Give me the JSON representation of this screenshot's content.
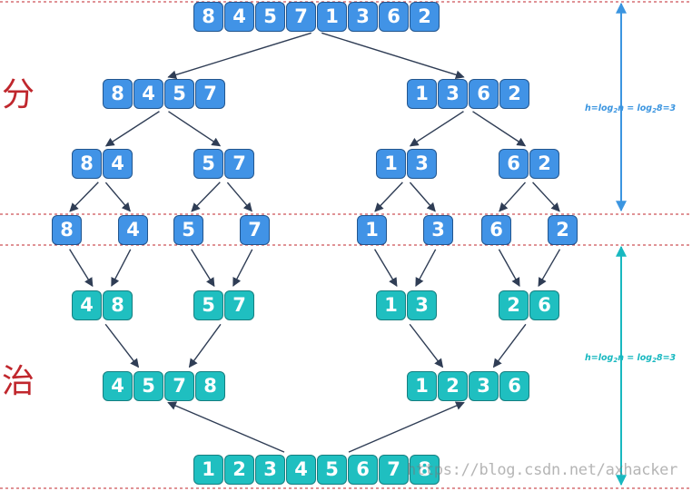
{
  "labels": {
    "divide": "分",
    "conquer": "治"
  },
  "height_note": {
    "divide": {
      "pre": "h=log",
      "sub1": "2",
      "mid": "n = log",
      "sub2": "2",
      "post": "8=3"
    },
    "conquer": {
      "pre": "h=log",
      "sub1": "2",
      "mid": "n = log",
      "sub2": "2",
      "post": "8=3"
    }
  },
  "watermark": "https://blog.csdn.net/axhacker",
  "colors": {
    "divide_fill": "#4193e6",
    "merge_fill": "#1fbfc0",
    "dashed_line": "#c0272d",
    "arrow": "#2f3d55",
    "label_red": "#c0272d",
    "height_blue": "#3b95e0",
    "height_teal": "#18b8c0"
  },
  "divide_levels": [
    [
      [
        8,
        4,
        5,
        7,
        1,
        3,
        6,
        2
      ]
    ],
    [
      [
        8,
        4,
        5,
        7
      ],
      [
        1,
        3,
        6,
        2
      ]
    ],
    [
      [
        8,
        4
      ],
      [
        5,
        7
      ],
      [
        1,
        3
      ],
      [
        6,
        2
      ]
    ],
    [
      [
        8
      ],
      [
        4
      ],
      [
        5
      ],
      [
        7
      ],
      [
        1
      ],
      [
        3
      ],
      [
        6
      ],
      [
        2
      ]
    ]
  ],
  "merge_levels": [
    [
      [
        4,
        8
      ],
      [
        5,
        7
      ],
      [
        1,
        3
      ],
      [
        2,
        6
      ]
    ],
    [
      [
        4,
        5,
        7,
        8
      ],
      [
        1,
        2,
        3,
        6
      ]
    ],
    [
      [
        1,
        2,
        3,
        4,
        5,
        6,
        7,
        8
      ]
    ]
  ]
}
